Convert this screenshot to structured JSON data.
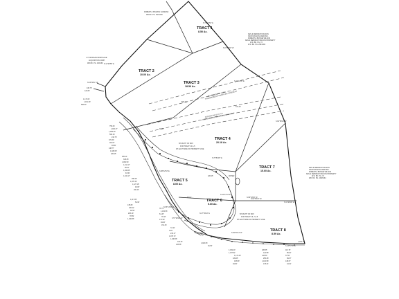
{
  "tracts": [
    {
      "name": "TRACT 1",
      "acres": "8.50 Ac."
    },
    {
      "name": "TRACT 2",
      "acres": "10.00 Ac."
    },
    {
      "name": "TRACT 3",
      "acres": "18.56 Ac."
    },
    {
      "name": "TRACT 4",
      "acres": "20.18 Ac."
    },
    {
      "name": "TRACT 5",
      "acres": "8.00 Ac."
    },
    {
      "name": "TRACT 6",
      "acres": "5.60 Ac."
    },
    {
      "name": "TRACT 7",
      "acres": "15.60 Ac."
    },
    {
      "name": "TRACT 8",
      "acres": "8.59 Ac."
    }
  ],
  "owners": {
    "top": [
      "ROBERT & SHARON CARRANZ",
      "WD.BK. PG. 360/1166"
    ],
    "right_top": [
      "KEN & DEBORAH WILSON",
      "NASH WILSON FARM INC.",
      "ROBERT & BONNIE WILSON",
      "KEN & DEBORAH WILSON PROPERTY",
      "W.D. BK. PG. 72",
      "W.D. BK. PG. 298/1064"
    ],
    "left": [
      "J. P. MORGAN MORTGAGE",
      "ACQUISITION CORP.",
      "WD.BK. PG. 406/166"
    ],
    "right_mid": [
      "KEN & DEBORAH WILSON",
      "NASH WILSON FARM INC.",
      "ROBERT & BONNIE WILSON",
      "KEN & DEBORAH WILSON PROPERTY",
      "W.D. BK. PG. 72",
      "WD. BK. PG. 298/1064"
    ]
  },
  "easements": {
    "upper": [
      "CENTERLINE OF A 75 ft",
      "TRANSMISSION POWER LINE EASEMENT"
    ],
    "lower": [
      "CENTERLINE OF A 75 ft",
      "TRANSMISSION POWER LINE EASEMENT"
    ],
    "row4": [
      "50' RIGHT OF WAY",
      "FOR TRACTS 4 & 5",
      "25' EACH SIDE OF PROPERTY LINE"
    ],
    "row8": [
      "50' RIGHT OF WAY",
      "FOR TRACTS 6, 7 & 8",
      "25' EACH SIDE OF PROPERTY LINE"
    ]
  },
  "pond_label": "WATER",
  "road_name": "CLARK RD",
  "bearings": [
    "N 79°47'52\" E",
    "S 15°39'18\" W",
    "N 11°25'55\" E",
    "S 74°12'06\" E",
    "S 84°58'10\" W",
    "N 03°38'11\" W",
    "S 76°52'45\" E",
    "S 88°42'53\" E",
    "N 81°53'37\" W",
    "S 31°28'09\" E",
    "N 27°39'10\" E",
    "S 43°57'20\" E",
    "S 82°36'14\" W",
    "N 65°13'09\" E",
    "S 57°28'44\" W",
    "N 89°03'52\" W",
    "S 22°17'34\" E"
  ],
  "distances": [
    "1,174.61'",
    "1,191.39'",
    "536.90'",
    "430.75'",
    "124.82'",
    "759.26'",
    "1,040.47'",
    "1,189.30'",
    "560.16'",
    "216.75'",
    "372.30'",
    "118.67'",
    "93.82'",
    "138.77'",
    "1,028.69'",
    "226.25'",
    "405.14'",
    "318.25'",
    "1,062.93'",
    "1,214.17'",
    "95.61'",
    "1,033.65'",
    "87.86'",
    "1,102.17'",
    "268.46'",
    "1,037.42'",
    "1,127.18'",
    "46.83'",
    "200.43'",
    "1,117.84'",
    "54.66'",
    "135.84'",
    "100.22'",
    "48.52'",
    "203.19'",
    "78.59'",
    "1,190.86'",
    "78.71'",
    "1,154.56'",
    "61.28'",
    "78.43'",
    "171.90'",
    "94.26'",
    "151.33'",
    "72.42'",
    "3.29'",
    "215.17'",
    "1,076.72'",
    "1,040.58'",
    "104.44'",
    "133.38'",
    "1,020.06'",
    "91.53'",
    "4,019.40'",
    "1,137.82'",
    "1,172.26'",
    "109.65'",
    "138.89'",
    "94.66'",
    "186.55'",
    "122.58'",
    "143.50'",
    "256.38'",
    "1,102.98'",
    "178.31'",
    "113.76'",
    "85.20'",
    "37.52'",
    "69.97'",
    "148.67'",
    "44.32'",
    "1,150.16'"
  ]
}
